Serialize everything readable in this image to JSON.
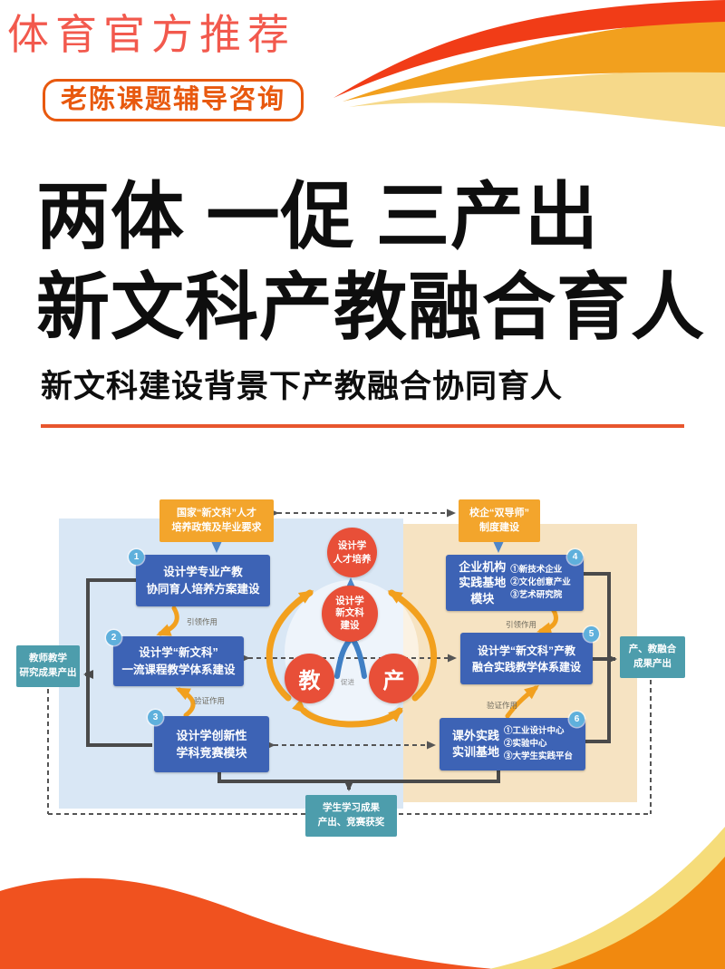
{
  "header": {
    "watermark": "体育官方推荐",
    "badge": "老陈课题辅导咨询",
    "title_line1": "两体 一促 三产出",
    "title_line2": "新文科产教融合育人",
    "subtitle": "新文科建设背景下产教融合协同育人"
  },
  "diagram": {
    "top_left_box": "国家“新文科”人才\n培养政策及毕业要求",
    "top_right_box": "校企“双导师”\n制度建设",
    "circle_top": "设计学\n人才培养",
    "circle_center": "设计学\n新文科\n建设",
    "circle_left": "教",
    "circle_right": "产",
    "promote_label": "促进",
    "boxes": [
      {
        "num": "1",
        "text": "设计学专业产教\n协同育人培养方案建设"
      },
      {
        "num": "2",
        "text": "设计学“新文科”\n一流课程教学体系建设"
      },
      {
        "num": "3",
        "text": "设计学创新性\n学科竞赛模块"
      },
      {
        "num": "4",
        "title": "企业机构\n实践基地\n模块",
        "list": "①新技术企业\n②文化创意产业\n③艺术研究院"
      },
      {
        "num": "5",
        "text": "设计学“新文科”产教\n融合实践教学体系建设"
      },
      {
        "num": "6",
        "title": "课外实践\n实训基地",
        "list": "①工业设计中心\n②实验中心\n③大学生实践平台"
      }
    ],
    "teal_left": "教师教学\n研究成果产出",
    "teal_right": "产、教融合\n成果产出",
    "teal_bottom": "学生学习成果\n产出、竞赛获奖",
    "arrow_labels": {
      "lead_left": "引领作用",
      "lead_right": "引领作用",
      "verify_left": "验证作用",
      "verify_right": "验证作用"
    }
  },
  "colors": {
    "accent_red": "#e8562e",
    "orange_box": "#f3a52c",
    "blue_box": "#3d63b5",
    "teal_box": "#4d9dac",
    "red_circle": "#e84f38",
    "panel_blue": "#d9e7f5",
    "panel_tan": "#f6e3c2"
  }
}
